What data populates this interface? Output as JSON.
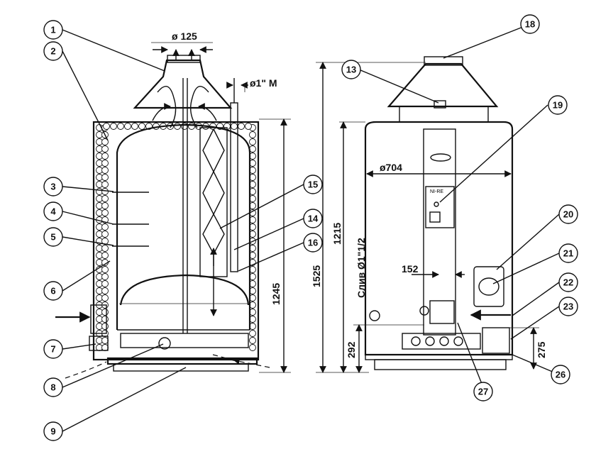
{
  "callouts": [
    "1",
    "2",
    "3",
    "4",
    "5",
    "6",
    "7",
    "8",
    "9",
    "13",
    "14",
    "15",
    "16",
    "18",
    "19",
    "20",
    "21",
    "22",
    "23",
    "26",
    "27"
  ],
  "dimensions": {
    "flue_diameter": "ø 125",
    "pipe_thread": "ø1\" M",
    "body_diameter": "ø704",
    "height_total": "1525",
    "height_body": "1215",
    "height_tank": "1245",
    "width_offset": "152",
    "height_drain": "292",
    "height_gas": "275",
    "drain_label": "Слив",
    "drain_size": "Ø1\"1/2"
  },
  "panel_label": "NI-RE"
}
